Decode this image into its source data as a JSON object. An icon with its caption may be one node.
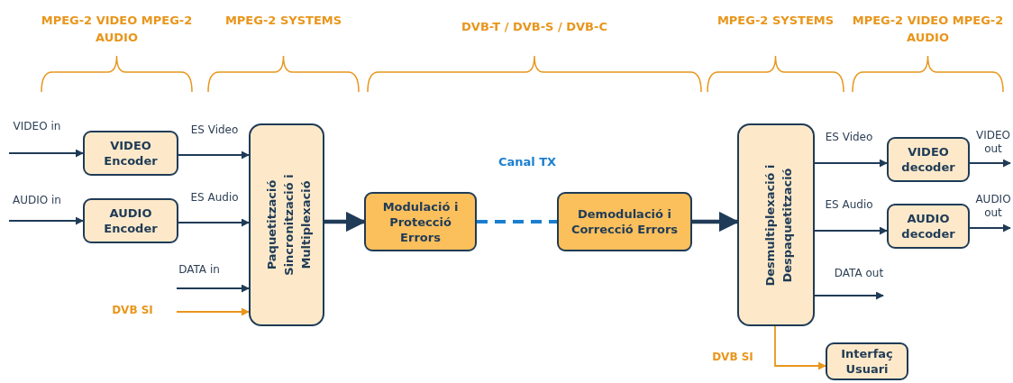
{
  "diagram": {
    "nodes": [
      {
        "text": [
          "VIDEO Encoder"
        ]
      },
      {
        "text": [
          "AUDIO Encoder"
        ]
      },
      {
        "text": [
          "Paquetització Sincronització i Multiplexació"
        ]
      },
      {
        "text": [
          "Modulació i Protecció Errors"
        ]
      },
      {
        "text": [
          "Demodulació i Correcció Errors"
        ]
      },
      {
        "text": [
          "Desmultiplexació i Despaquetització"
        ]
      },
      {
        "text": [
          "VIDEO decoder"
        ]
      },
      {
        "text": [
          "AUDIO decoder"
        ]
      },
      {
        "text": [
          "Interfaç Usuari"
        ]
      }
    ],
    "edges": [
      {
        "from": null,
        "to": 0,
        "arrow": "to",
        "label": "VIDEO in"
      },
      {
        "from": null,
        "to": 1,
        "arrow": "to",
        "label": "AUDIO in"
      },
      {
        "from": 0,
        "to": 2,
        "arrow": "to",
        "label": "ES Video"
      },
      {
        "from": 1,
        "to": 2,
        "arrow": "to",
        "label": "ES Audio"
      },
      {
        "from": null,
        "to": 2,
        "arrow": "to",
        "label": "DATA in"
      },
      {
        "from": null,
        "to": 2,
        "arrow": "to",
        "label": "DVB SI",
        "color": "#e8961c"
      },
      {
        "from": 2,
        "to": 3,
        "arrow": "to",
        "style": "thick"
      },
      {
        "from": 3,
        "to": 4,
        "arrow": "none",
        "style": "dashed",
        "color": "#1a7fd0"
      },
      {
        "from": 4,
        "to": 5,
        "arrow": "to",
        "style": "thick"
      },
      {
        "from": 5,
        "to": 6,
        "arrow": "to",
        "label": "ES Video"
      },
      {
        "from": 5,
        "to": 7,
        "arrow": "to",
        "label": "ES Audio"
      },
      {
        "from": 5,
        "to": null,
        "arrow": "to",
        "label": "DATA out"
      },
      {
        "from": 6,
        "to": null,
        "arrow": "to",
        "label": "VIDEO out"
      },
      {
        "from": 7,
        "to": null,
        "arrow": "to",
        "label": "AUDIO out"
      },
      {
        "from": 5,
        "to": 8,
        "arrow": "to",
        "label": "DVB SI",
        "color": "#e8961c"
      }
    ],
    "labels": [
      "MPEG-2 VIDEO MPEG-2 AUDIO",
      "MPEG-2 SYSTEMS",
      "DVB-T / DVB-S / DVB-C",
      "MPEG-2 SYSTEMS",
      "MPEG-2 VIDEO MPEG-2 AUDIO",
      "Canal TX"
    ]
  }
}
